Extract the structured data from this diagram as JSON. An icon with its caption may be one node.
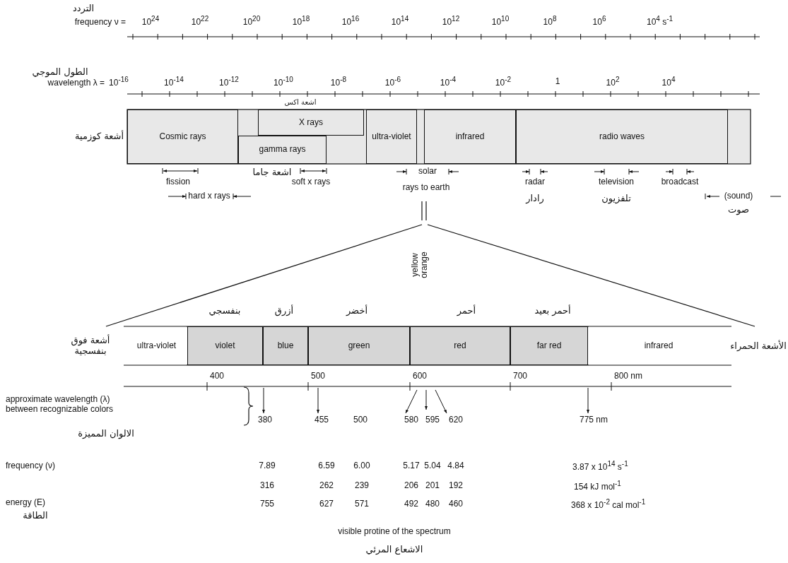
{
  "diagram": {
    "nodes": [
      {
        "text": [
          "Cosmic rays"
        ],
        "beside": [
          "أشعة كوزمية"
        ]
      },
      {
        "text": [
          "X rays"
        ],
        "beside": [
          "اشعة اكس"
        ]
      },
      {
        "text": [
          "gamma rays"
        ]
      },
      {
        "text": [
          "ultra-violet"
        ]
      },
      {
        "text": [
          "infrared"
        ]
      },
      {
        "text": [
          "radio waves"
        ]
      },
      {
        "text": [
          "ultra-violet"
        ],
        "beside": [
          "أشعة فوق بنفسجية"
        ]
      },
      {
        "text": [
          "violet"
        ]
      },
      {
        "text": [
          "blue"
        ]
      },
      {
        "text": [
          "green"
        ]
      },
      {
        "text": [
          "red"
        ]
      },
      {
        "text": [
          "far red"
        ]
      },
      {
        "text": [
          "infrared"
        ],
        "beside": [
          "الأشعة الحمراء"
        ]
      }
    ],
    "labels": [
      "التردد",
      "frequency ν =",
      "10$^{24}$",
      "10$^{22}$",
      "10$^{20}$",
      "10$^{18}$",
      "10$^{16}$",
      "10$^{14}$",
      "10$^{12}$",
      "10$^{10}$",
      "10$^{8}$",
      "10$^{6}$",
      "10$^{4}$ s$^{-1}$",
      "الطول الموجي",
      "wavelength λ =",
      "10$^{-16}$",
      "10$^{-14}$",
      "10$^{-12}$",
      "10$^{-10}$",
      "10$^{-8}$",
      "10$^{-6}$",
      "10$^{-4}$",
      "10$^{-2}$",
      "1",
      "10$^{2}$",
      "10$^{4}$",
      "fission",
      "اشعة جاما",
      "soft x rays",
      "solar",
      "rays to earth",
      "radar",
      "television",
      "broadcast",
      "hard x rays",
      "رادار",
      "تلفزيون",
      "(sound)",
      "صوت",
      "yellow",
      "orange",
      "بنفسجي",
      "أزرق",
      "أخضر",
      "أحمر",
      "أحمر بعيد",
      "400",
      "500",
      "600",
      "700",
      "800 nm",
      "approximate wavelength (λ) between recognizable colors",
      "380",
      "455",
      "500",
      "580",
      "595",
      "620",
      "775 nm",
      "الالوان المميزة",
      "frequency (ν)",
      "7.89",
      "6.59",
      "6.00",
      "5.17",
      "5.04",
      "4.84",
      "3.87 x 10$^{14}$ s$^{-1}$",
      "316",
      "262",
      "239",
      "206",
      "201",
      "192",
      "154 kJ mol$^{-1}$",
      "energy (E)",
      "755",
      "627",
      "571",
      "492",
      "480",
      "460",
      "368 x 10$^{-2}$ cal mol$^{-1}$",
      "الطاقة",
      "visible protine of the spectrum",
      "الاشعاع المرئي"
    ]
  }
}
